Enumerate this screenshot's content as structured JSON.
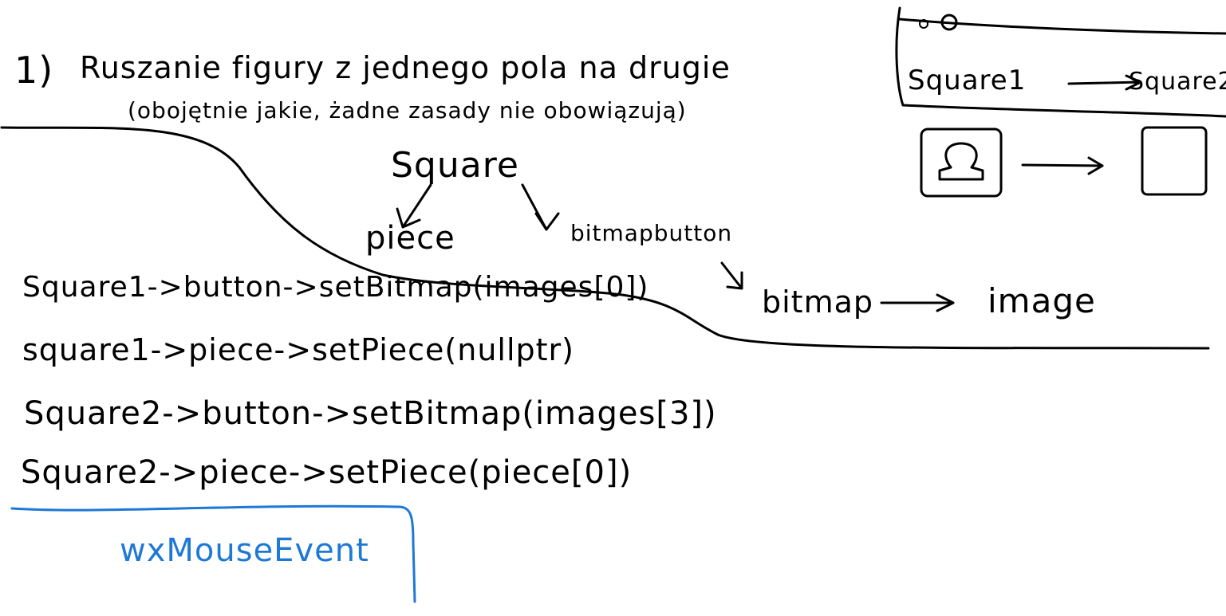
{
  "canvas": {
    "background": "#ffffff",
    "ink_color": "#000000",
    "accent_color": "#1e78d6"
  },
  "note": {
    "heading_number": "1)",
    "heading_line1": "Ruszanie figury z jednego pola na drugie",
    "heading_line2": "(obojętnie jakie, żadne zasady nie obowiązują)",
    "tree_root": "Square",
    "tree_left": "piece",
    "tree_right": "bitmapbutton",
    "bitmap_label": "bitmap",
    "image_label": "image",
    "code_lines": [
      "Square1->button->setBitmap(images[0])",
      "square1->piece->setPiece(nullptr)",
      "Square2->button->setBitmap(images[3])",
      "Square2->piece->setPiece(piece[0])"
    ],
    "event_label": "wxMouseEvent"
  },
  "sketch": {
    "square1_label": "Square1",
    "square2_label": "Square2",
    "arrow_symbol": "→",
    "icons": [
      "piece-icon",
      "empty-square-icon"
    ]
  }
}
